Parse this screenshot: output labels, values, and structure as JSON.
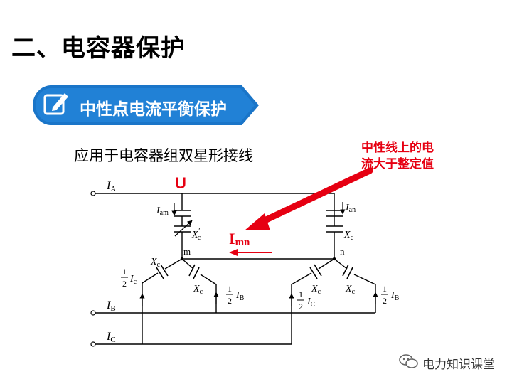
{
  "page": {
    "title": "二、电容器保护",
    "section_banner": "中性点电流平衡保护",
    "subtitle": "应用于电容器组双星形接线",
    "callout": [
      "中性线上的电",
      "流大于整定值"
    ]
  },
  "diagram": {
    "voltage_label": "U",
    "current_label": "I",
    "current_sub": "mn",
    "phases": {
      "a": {
        "main": "I",
        "sub": "A"
      },
      "b": {
        "main": "I",
        "sub": "B"
      },
      "c": {
        "main": "I",
        "sub": "C"
      }
    },
    "left_star": {
      "top_current": {
        "main": "I",
        "sub": "am"
      },
      "top_reactance": {
        "main": "X",
        "sub": "c",
        "prime": "′"
      },
      "node": "m",
      "arm_left": {
        "main": "X",
        "sub": "c"
      },
      "arm_right": {
        "main": "X",
        "sub": "c"
      },
      "half_left": {
        "frac": [
          "1",
          "2"
        ],
        "main": "I",
        "sub": "c"
      },
      "half_right": {
        "frac": [
          "1",
          "2"
        ],
        "main": "I",
        "sub": "B"
      }
    },
    "right_star": {
      "top_current": {
        "main": "I",
        "sub": "an"
      },
      "top_reactance": {
        "main": "X",
        "sub": "c"
      },
      "node": "n",
      "arm_left": {
        "main": "X",
        "sub": "c"
      },
      "arm_right": {
        "main": "X",
        "sub": "c"
      },
      "half_left": {
        "frac": [
          "1",
          "2"
        ],
        "main": "I",
        "sub": "C"
      },
      "half_right": {
        "frac": [
          "1",
          "2"
        ],
        "main": "I",
        "sub": "B"
      }
    }
  },
  "watermark": {
    "icon": "wechat-icon",
    "text": "电力知识课堂"
  },
  "colors": {
    "banner": "#1a75c8",
    "banner_light": "#3b8ede",
    "accent": "#e60012"
  }
}
